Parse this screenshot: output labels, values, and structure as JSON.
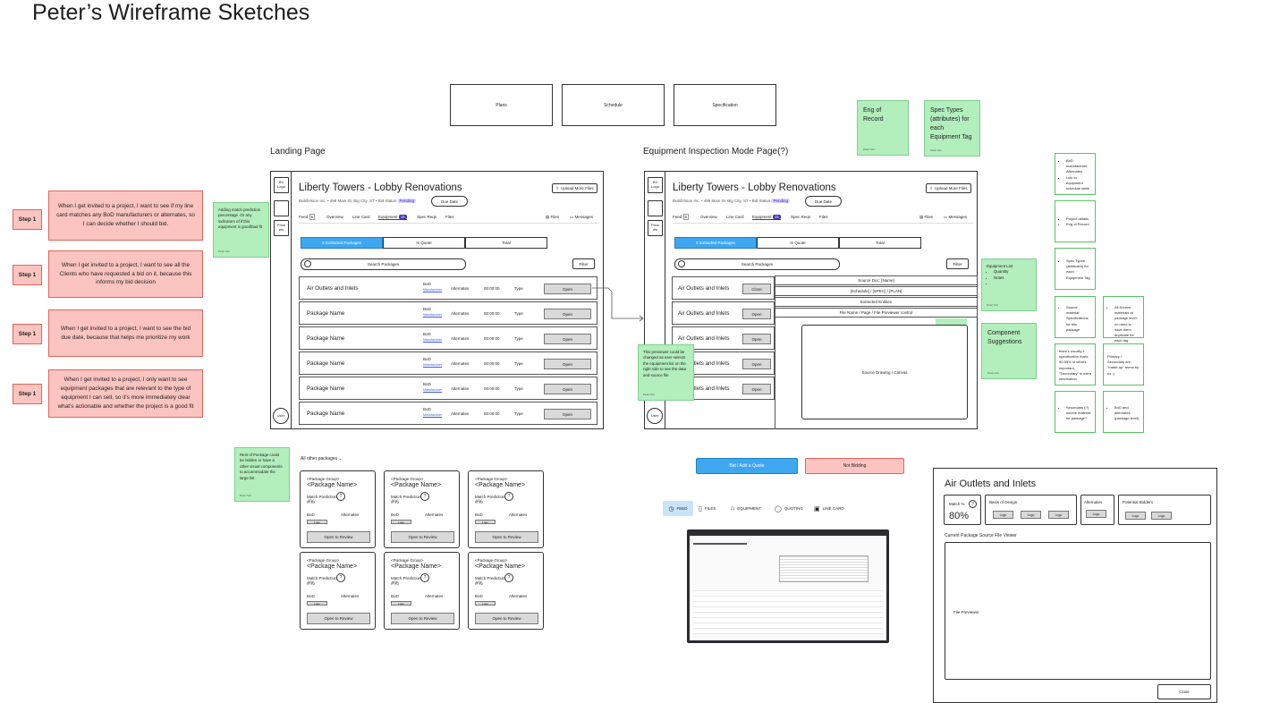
{
  "page_title": "Peter’s Wireframe Sketches",
  "top_boxes": [
    "Plans",
    "Schedule",
    "Specification"
  ],
  "landing": {
    "heading": "Landing Page",
    "sidebar": {
      "logo": "BV Logo",
      "home": "Home",
      "price": "Price els",
      "user": "User"
    },
    "project_title": "Liberty Towers - Lobby Renovations",
    "meta_company": "BuildVision Inc.",
    "meta_address": "498 Main St, Big City, ST",
    "meta_bid_status": "Bid Status",
    "meta_bid_badge": "Pending",
    "due_date": "Due Date",
    "upload": "Upload More Files",
    "tabs": [
      "Feed",
      "Overview",
      "Line Card",
      "Equipment",
      "Spec Reqs",
      "Files"
    ],
    "feed_count": "5",
    "equipment_count": "15",
    "tabs_right": [
      "Files",
      "Messages"
    ],
    "segments": [
      "X Extracted Packages",
      "In Quote",
      "Total"
    ],
    "search_placeholder": "Search Packages",
    "filter": "Filter",
    "rows": [
      {
        "name": "Air Outlets and Inlets",
        "bod": "BoD",
        "mfr": "Manufacturer",
        "alt": "Alternates",
        "time": "00:00:00",
        "type": "Type",
        "action": "Open"
      },
      {
        "name": "Package Name",
        "bod": "BoD",
        "mfr": "Manufacturer",
        "alt": "Alternates",
        "time": "00:00:00",
        "type": "Type",
        "action": "Open"
      },
      {
        "name": "Package Name",
        "bod": "BoD",
        "mfr": "Manufacturer",
        "alt": "Alternates",
        "time": "00:00:00",
        "type": "Type",
        "action": "Open"
      },
      {
        "name": "Package Name",
        "bod": "BoD",
        "mfr": "Manufacturer",
        "alt": "Alternates",
        "time": "00:00:00",
        "type": "Type",
        "action": "Open"
      },
      {
        "name": "Package Name",
        "bod": "BoD",
        "mfr": "Manufacturer",
        "alt": "Alternates",
        "time": "00:00:00",
        "type": "Type",
        "action": "Open"
      },
      {
        "name": "Package Name",
        "bod": "BoD",
        "mfr": "Manufacturer",
        "alt": "Alternates",
        "time": "00:00:00",
        "type": "Type",
        "action": "Open"
      }
    ]
  },
  "equipment_page": {
    "heading": "Equipment Inspection Mode Page(?)",
    "rows": [
      {
        "name": "Air Outlets and Inlets",
        "action": "Close"
      },
      {
        "name": "Air Outlets and Inlets",
        "action": "Open"
      },
      {
        "name": "Air Outlets and Inlets",
        "action": "Open"
      },
      {
        "name": "Air Outlets and Inlets",
        "action": "Open"
      },
      {
        "name": "Air Outlets and Inlets",
        "action": "Open"
      }
    ],
    "source_rows": [
      "Source Doc: [Name]",
      "[Schedule] / [SPEC] / [PLAN]",
      "Extracted Entities",
      "File Name / Page / File Previewer control"
    ],
    "canvas": "Source Drawing / Canvas"
  },
  "steps": [
    {
      "label": "Step 1",
      "text": "When I get invited to a project, I want to see if my line card matches any BoD manufacturers or alternates, so I can decide whether I should bid."
    },
    {
      "label": "Step 1",
      "text": "When I get invited to a project, I want to see all the Clients who have requested a bid on it, because this informs my bid decision"
    },
    {
      "label": "Step 1",
      "text": "When I get invited to a project, I want to see the bid due date, because that helps me prioritize my work"
    },
    {
      "label": "Step 1",
      "text": "When I get invited to a project, I only want to see equipment packages that are relevant to the type of equipment I can sell, so it's more immediately clear what's actionable and whether the project is a good fit"
    }
  ],
  "notes": {
    "match_prediction": "Adding match prediction percentage. Or any indicators of if this equipment is good/bad fit",
    "previewer": "This previewer could be changed as user selects the equipment list on the right side to see the data and source file",
    "rest_packages": "Rest of Package could be hidden or have a other visual components to accommodate the large list",
    "author": "Peter Kim"
  },
  "green_big": [
    {
      "text": "Eng of Record",
      "author": "Peter Kim"
    },
    {
      "text": "Spec Types (attributes) for each Equipment Tag",
      "author": "Peter Kim"
    },
    {
      "text": "Component Suggestions",
      "author": "Peter Kim"
    }
  ],
  "equip_list_note": {
    "title": "Equipment List",
    "items": [
      "Quantity",
      "Notes",
      ""
    ],
    "author": "Peter Kim"
  },
  "bullet_cards": [
    {
      "items": [
        "BoD manufacturer, Alternates",
        "Link to equipment schedule table"
      ]
    },
    {
      "items": [
        "Project details",
        "Eng of Record"
      ]
    },
    {
      "items": [
        "Spec Types (attributes) for each Equipment Tag"
      ]
    },
    {
      "items": [
        "Source material: Specifications for this package"
      ]
    },
    {
      "items": [
        "All Source materials at package level; no need to have them duplicate for each tag"
      ]
    },
    {
      "text": "there's usually 1 specification that's 90-95% of what's important. \"Secondary\" is extra information"
    },
    {
      "text": "Primary / Secondary are \"made-up\" terms by us :)"
    },
    {
      "items": [
        "Secondary (?) source material for package?"
      ]
    },
    {
      "items": [
        "BoD and alternates (package-level)"
      ]
    }
  ],
  "bid_buttons": {
    "bid": "Bid / Add a Quote",
    "not_bidding": "Not Bidding"
  },
  "nav_bar": [
    "FEED",
    "FILES",
    "EQUIPMENT",
    "QUOTING",
    "LINE CARD"
  ],
  "other_packages": {
    "label": "All other packages",
    "card": {
      "group": "<Package Group>",
      "name": "<Package Name>",
      "match": "Match Prediction",
      "percent": "#%",
      "bod": "BoD",
      "alternates": "Alternates",
      "logo": "Logo",
      "button": "Open to Review"
    }
  },
  "detail_panel": {
    "title": "Air Outlets and Inlets",
    "match_label": "Match %",
    "match_value": "80%",
    "basis_label": "Basis of Design",
    "alternates_label": "Alternates",
    "bidders_label": "Potential Bidders",
    "logo": "Logo",
    "viewer_label": "Current Package Source File Viewer",
    "previewer": "File Previewer",
    "close": "Close"
  },
  "colors": {
    "sticky_red": "#fbc4c0",
    "sticky_green": "#b3eebd",
    "accent_blue": "#3ea7f0",
    "not_bidding": "#fbc4c0"
  }
}
